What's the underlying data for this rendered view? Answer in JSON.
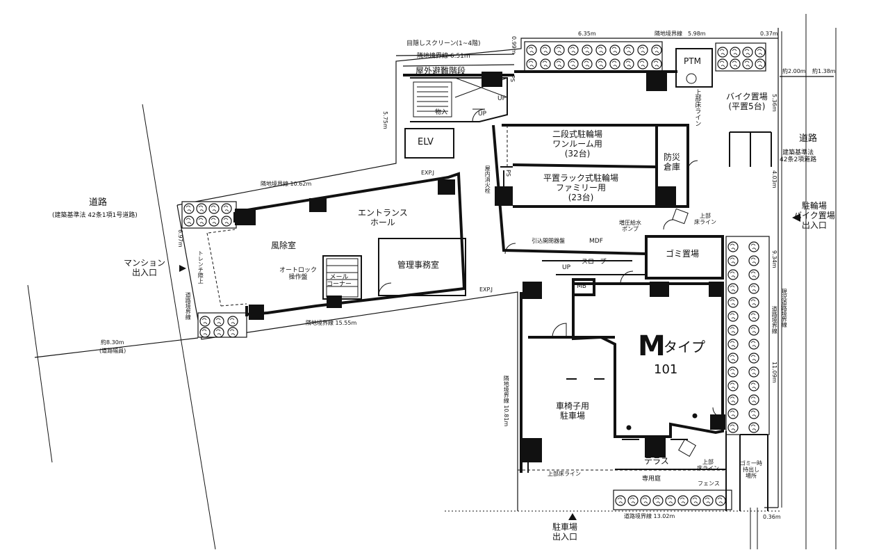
{
  "plan": {
    "screen_opt": "目隠しスクリーン(1~4階)",
    "bound_651": "隣地境界線 6.51m",
    "outdoor_stairs": "屋外避難階段",
    "storage": "物入",
    "up": "UP",
    "elv": "ELV",
    "expj": "EXP.J",
    "ps": "PS",
    "dim_575": "5.75m",
    "dim_099": "0.99m",
    "dim_635": "6.35m",
    "bound_598": "隣地境界線　5.98m",
    "dim_037": "0.37m",
    "ptm": "PTM",
    "upper_floor_line": "上部床ライン",
    "bike_parking": "バイク置場\n(平置5台)",
    "approx_200": "約2.00m",
    "approx_138": "約1.38m",
    "dim_536": "5.36m",
    "dim_403": "4.03m",
    "dim_934": "9.34m",
    "dim_1109": "11.09m",
    "road_right": "道路",
    "road_right_law": "建築基準法\n42条2項道路",
    "bicycle_2tier": "二段式駐輪場\nワンルーム用\n(32台)",
    "bicycle_flat": "平置ラック式駐輪場\nファミリー用\n(23台)",
    "disaster_storage": "防災\n倉庫",
    "pump": "増圧給水\nポンプ",
    "upper_floor_line2": "上部\n床ライン",
    "garbage": "ゴミ置場",
    "hydrant": "屋内消火栓",
    "panel": "引込開閉器盤",
    "mdf": "MDF",
    "slope": "スロープ",
    "mb": "MB",
    "bicycle_entrance": "駐輪場\nバイク置場\n出入口",
    "bound_1062": "隣地境界線 10.62m",
    "entrance_hall": "エントランス\nホール",
    "windbreak": "風除室",
    "autolock": "オートロック\n操作盤",
    "mail_corner": "メール\nコーナー",
    "mgmt_office": "管理事務室",
    "road_left": "道路",
    "road_left_law": "(建築基準法 42条1項1号道路)",
    "dim_697": "6.97m",
    "mansion_entrance": "マンション\n出入口",
    "planting_edge": "トレンチ際上",
    "bound_left_vert": "道路境界線",
    "bound_1555": "隣地境界線 15.55m",
    "road_width_a": "約8.30m",
    "road_width_b": "(道路幅員)",
    "m_letter": "M",
    "m_type_word": "タイプ",
    "unit_number": "101",
    "wheelchair": "車椅子用\n駐車場",
    "bound_1081": "隣地境界線 10.81m",
    "terrace": "テラス",
    "upper_floor_line3": "上部\n床ライン",
    "upper_floor_line4": "上部床ライン",
    "private_garden": "専用庭",
    "fence": "フェンス",
    "garbage_takeout": "ゴミ一時\n持出し\n場所",
    "road_bound_vert_a": "道路境界線",
    "road_bound_vert_b": "現況道路境界線",
    "road_bound_1302": "道路境界線 13.02m",
    "dim_036": "0.36m",
    "parking_entrance": "駐車場\n出入口"
  }
}
